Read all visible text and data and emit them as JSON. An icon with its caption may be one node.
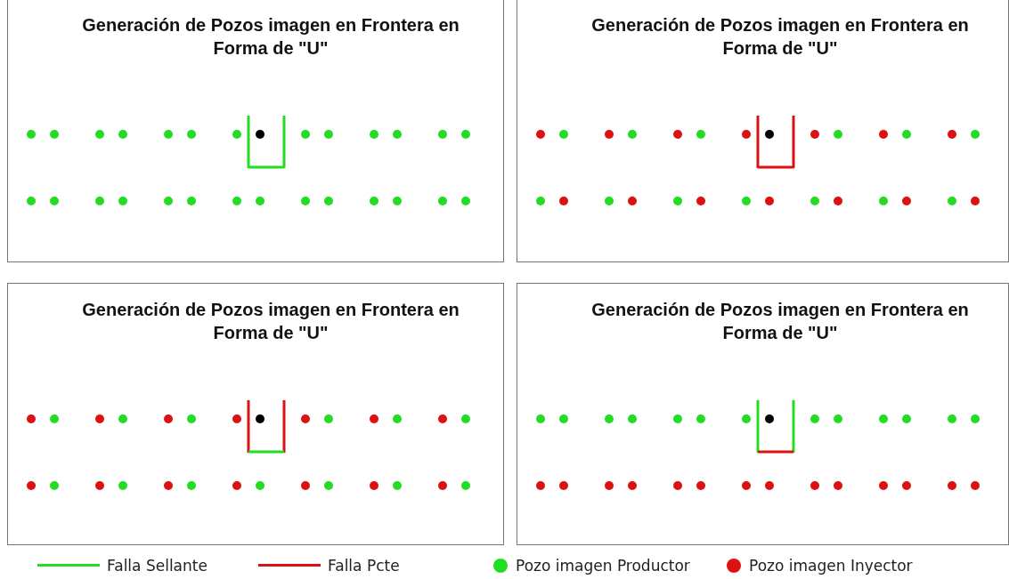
{
  "diagram": {
    "nodes": [
      {
        "text": [
          "Generación de Pozos imagen en Frontera en Forma de \"U\""
        ]
      },
      {
        "text": [
          "Generación de Pozos imagen en Frontera en Forma de \"U\""
        ]
      },
      {
        "text": [
          "Generación de Pozos imagen en Frontera en Forma de \"U\""
        ]
      },
      {
        "text": [
          "Generación de Pozos imagen en Frontera en Forma de \"U\""
        ]
      }
    ],
    "legend": [
      {
        "text": "Falla Sellante"
      },
      {
        "text": "Falla Pcte"
      },
      {
        "text": "Pozo imagen Productor"
      },
      {
        "text": "Pozo imagen Inyector"
      }
    ]
  }
}
